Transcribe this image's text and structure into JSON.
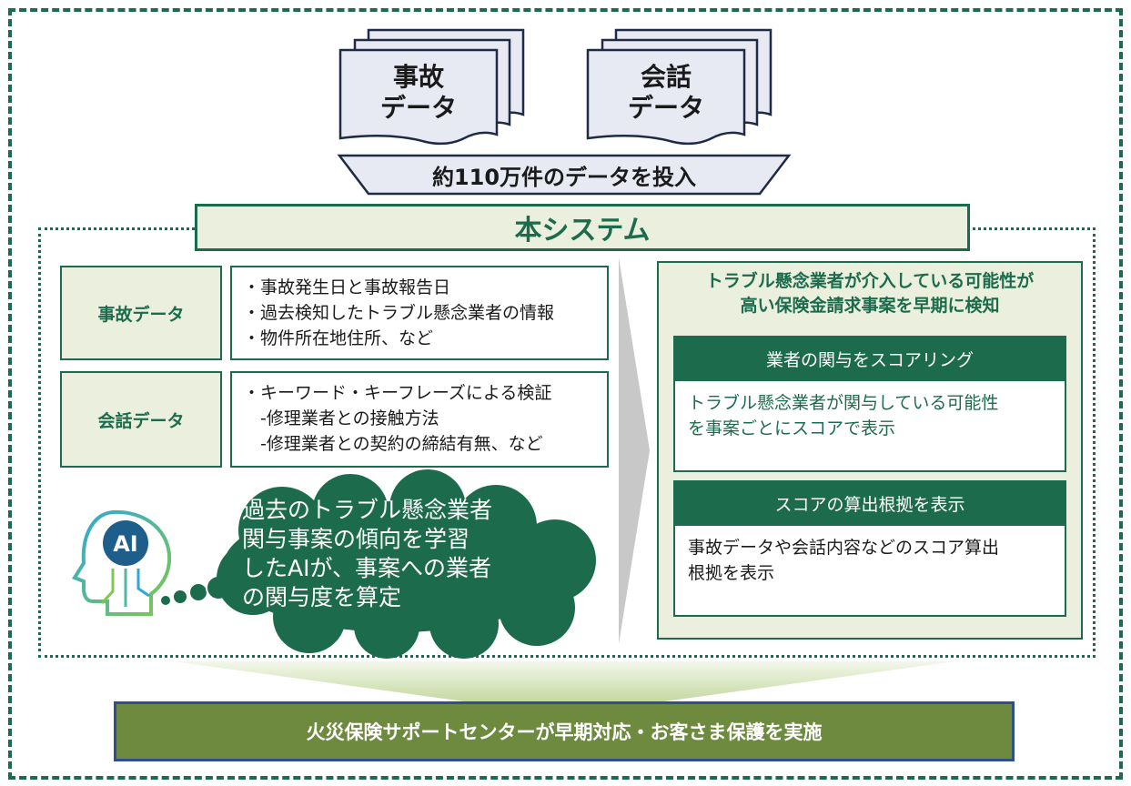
{
  "documents": {
    "accident": {
      "label": "事故\nデータ"
    },
    "conversation": {
      "label": "会話\nデータ"
    }
  },
  "input_banner": {
    "text": "約110万件のデータを投入"
  },
  "system": {
    "title": "本システム",
    "rows": [
      {
        "label": "事故データ",
        "items": [
          "・事故発生日と事故報告日",
          "・過去検知したトラブル懸念業者の情報",
          "・物件所在地住所、など"
        ]
      },
      {
        "label": "会話データ",
        "items": [
          "・キーワード・キーフレーズによる検証",
          "　-修理業者との接触方法",
          "　-修理業者との契約の締結有無、など"
        ]
      }
    ],
    "ai": {
      "badge": "AI",
      "lines": [
        "過去のトラブル懸念業者",
        "関与事案の傾向を学習",
        "したAIが、事案への業者",
        "の関与度を算定"
      ]
    },
    "result": {
      "title": "トラブル懸念業者が介入している可能性が\n高い保険金請求事案を早期に検知",
      "cards": [
        {
          "header": "業者の関与をスコアリング",
          "body": [
            "トラブル懸念業者が関与している可能性",
            "を事案ごとにスコアで表示"
          ]
        },
        {
          "header": "スコアの算出根拠を表示",
          "body": [
            "事故データや会話内容などのスコア算出",
            "根拠を表示"
          ]
        }
      ]
    }
  },
  "outcome": {
    "text": "火災保険サポートセンターが早期対応・お客さま保護を実施"
  },
  "colors": {
    "frame_green": "#1d6b4d",
    "pale_green": "#eaf0dd",
    "olive": "#6e8a3f",
    "navy_border": "#2f4f8a",
    "doc_fill": "#e8eaf3",
    "doc_stroke": "#1f2a44",
    "arrow_grey": "#c8c8c8"
  },
  "icons": [
    "document-stack-icon",
    "ai-head-icon",
    "thought-cloud-icon",
    "flow-arrow-right-icon",
    "flow-arrow-down-icon"
  ]
}
